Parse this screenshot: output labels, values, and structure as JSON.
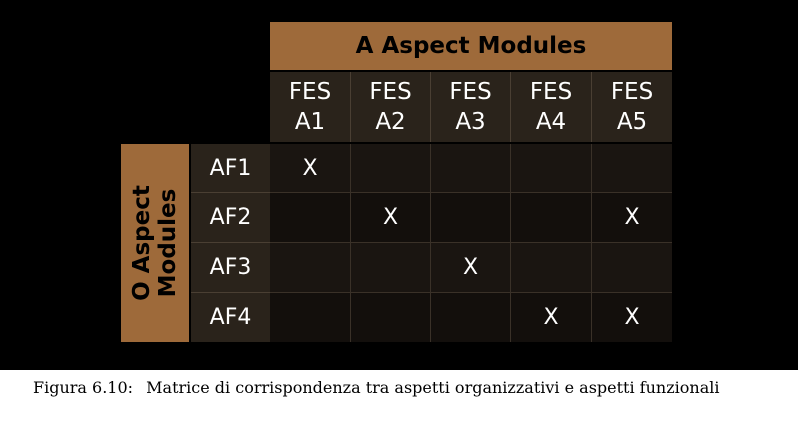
{
  "matrix": {
    "top_title": "A Aspect Modules",
    "left_title_line1": "O Aspect",
    "left_title_line2": "Modules",
    "columns": [
      {
        "line1": "FES",
        "line2": "A1"
      },
      {
        "line1": "FES",
        "line2": "A2"
      },
      {
        "line1": "FES",
        "line2": "A3"
      },
      {
        "line1": "FES",
        "line2": "A4"
      },
      {
        "line1": "FES",
        "line2": "A5"
      }
    ],
    "rows": [
      {
        "label": "AF1",
        "cells": [
          "X",
          "",
          "",
          "",
          ""
        ]
      },
      {
        "label": "AF2",
        "cells": [
          "",
          "X",
          "",
          "",
          "X"
        ]
      },
      {
        "label": "AF3",
        "cells": [
          "",
          "",
          "X",
          "",
          ""
        ]
      },
      {
        "label": "AF4",
        "cells": [
          "",
          "",
          "",
          "X",
          "X"
        ]
      }
    ],
    "colors": {
      "banner": "#9e6a3a",
      "header_cell": "#2a231b",
      "background": "#000000"
    }
  },
  "caption": {
    "label": "Figura 6.10:",
    "text": "Matrice di corrispondenza tra aspetti organizzativi e aspetti funzionali"
  }
}
